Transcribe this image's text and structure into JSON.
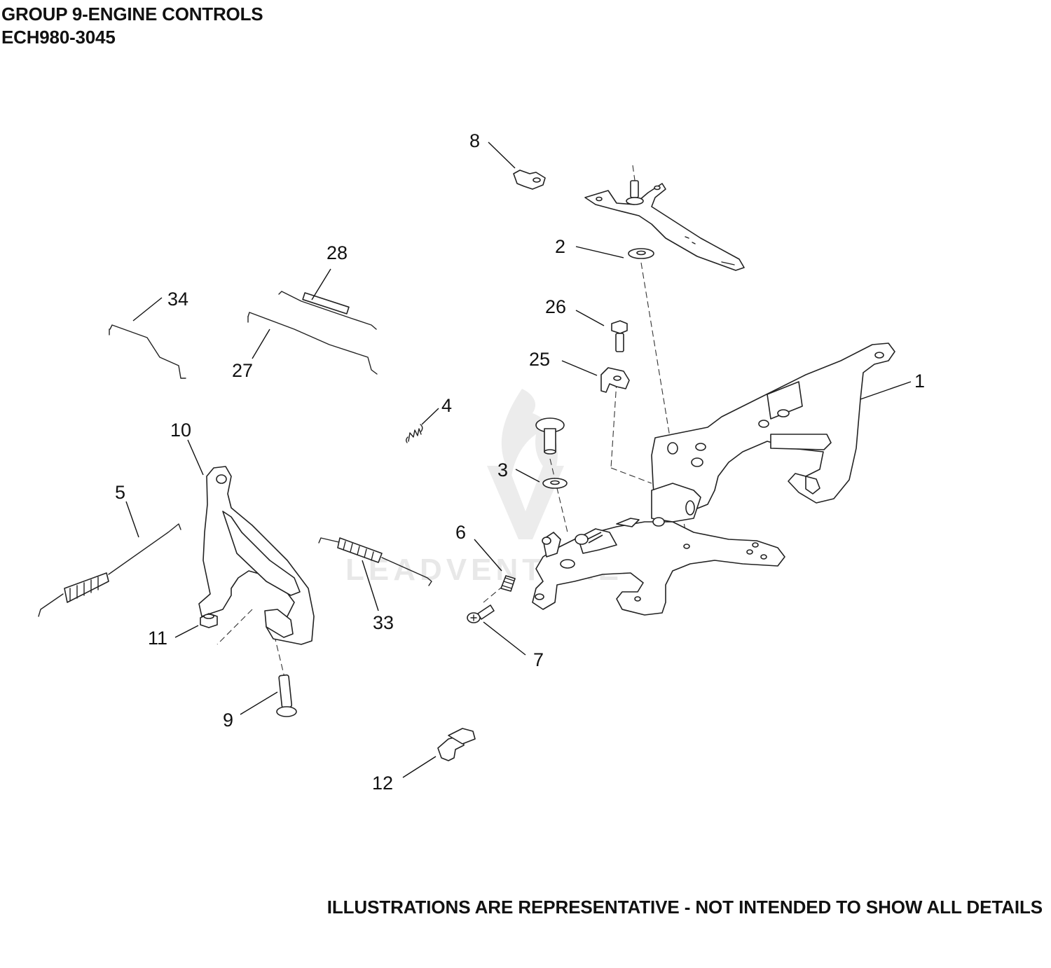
{
  "header": {
    "group_title": "GROUP 9-ENGINE CONTROLS",
    "model_number": "ECH980-3045"
  },
  "footer": {
    "disclaimer": "ILLUSTRATIONS ARE REPRESENTATIVE - NOT INTENDED TO SHOW ALL DETAILS"
  },
  "watermark": {
    "text": "LEADVENTURE"
  },
  "callouts": {
    "c1": "1",
    "c2": "2",
    "c3": "3",
    "c4": "4",
    "c5": "5",
    "c6": "6",
    "c7": "7",
    "c8": "8",
    "c9": "9",
    "c10": "10",
    "c11": "11",
    "c12": "12",
    "c25": "25",
    "c26": "26",
    "c27": "27",
    "c28": "28",
    "c33": "33",
    "c34": "34"
  }
}
